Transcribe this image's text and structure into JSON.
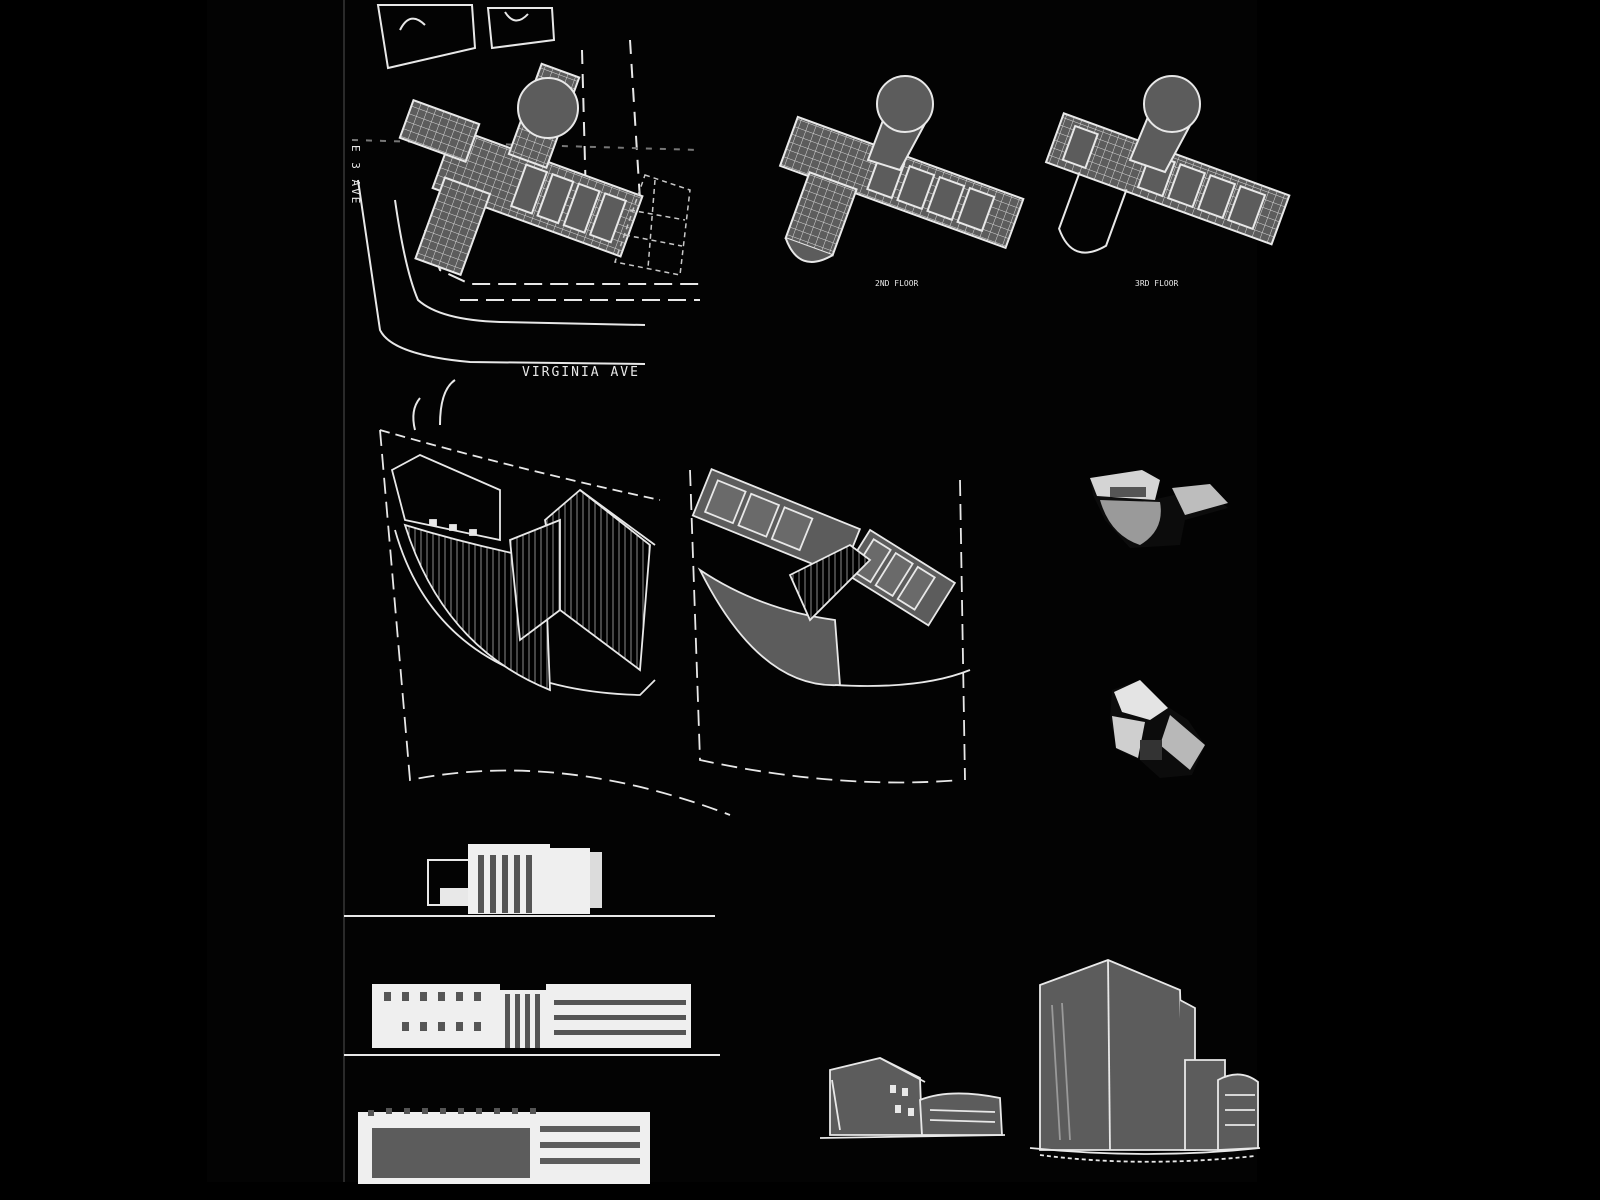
{
  "labels": {
    "street_vertical": "E 3 AVE",
    "street_main": "VIRGINIA AVE",
    "floor_2": "2ND FLOOR",
    "floor_3": "3RD FLOOR"
  },
  "colors": {
    "background": "#000000",
    "sheet": "#030303",
    "line": "#e8e8e8",
    "fill_gray": "#5c5c5c",
    "fill_white": "#efefef"
  },
  "views": [
    "site-plan-ground-floor",
    "plan-2nd-floor",
    "plan-3rd-floor",
    "axonometric-exterior",
    "axonometric-cutaway",
    "massing-model-photo-1",
    "massing-model-photo-2",
    "side-elevation",
    "front-elevation",
    "rear-elevation",
    "perspective-sketch-small",
    "perspective-sketch-large"
  ]
}
